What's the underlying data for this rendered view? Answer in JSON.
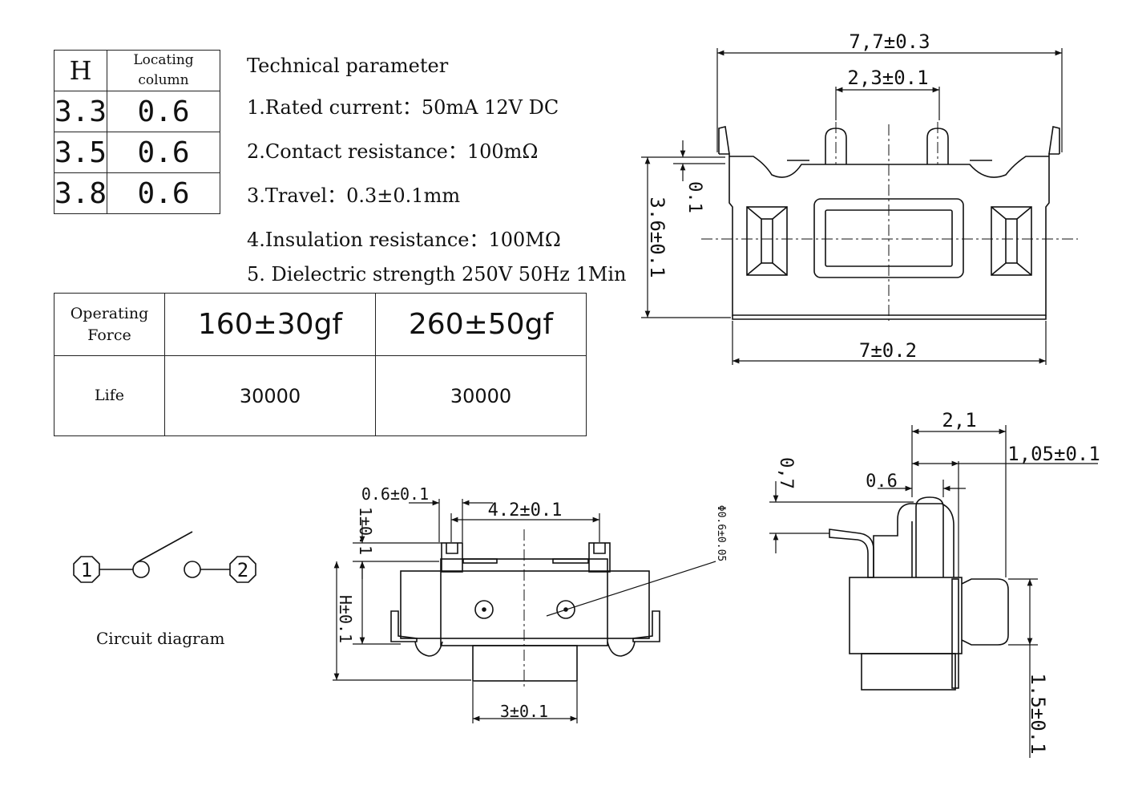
{
  "h_table": {
    "headers": [
      "H",
      "Locating column"
    ],
    "rows": [
      [
        "3.3",
        "0.6"
      ],
      [
        "3.5",
        "0.6"
      ],
      [
        "3.8",
        "0.6"
      ]
    ]
  },
  "tech": {
    "title": "Technical parameter",
    "items": [
      "1.Rated current：50mA 12V DC",
      "2.Contact resistance：100mΩ",
      "3.Travel：0.3±0.1mm",
      "4.Insulation resistance：100MΩ",
      "5. Dielectric strength 250V 50Hz 1Min"
    ]
  },
  "force_table": {
    "labels": [
      "Operating Force",
      "Life"
    ],
    "forces": [
      "160±30gf",
      "260±50gf"
    ],
    "lives": [
      "30000",
      "30000"
    ]
  },
  "circuit": {
    "terminals": [
      "1",
      "2"
    ],
    "caption": "Circuit diagram"
  },
  "dims": {
    "front_width_top": "7,7±0.3",
    "front_pin_spacing": "2,3±0.1",
    "front_small": "0.1",
    "front_height": "3.6±0.1",
    "front_width_bottom": "7±0.2",
    "bottom_post_width": "0.6±0.1",
    "bottom_post_spacing": "4.2±0.1",
    "bottom_post_height": "1±0.1",
    "bottom_hole": "Φ0.6±0.05",
    "bottom_h": "H±0.1",
    "bottom_actuator_width": "3±0.1",
    "side_top": "2,1",
    "side_offset": "1,05±0.1",
    "side_vertical": "0,7",
    "side_post": "0.6",
    "side_height": "1.5±0.1"
  }
}
